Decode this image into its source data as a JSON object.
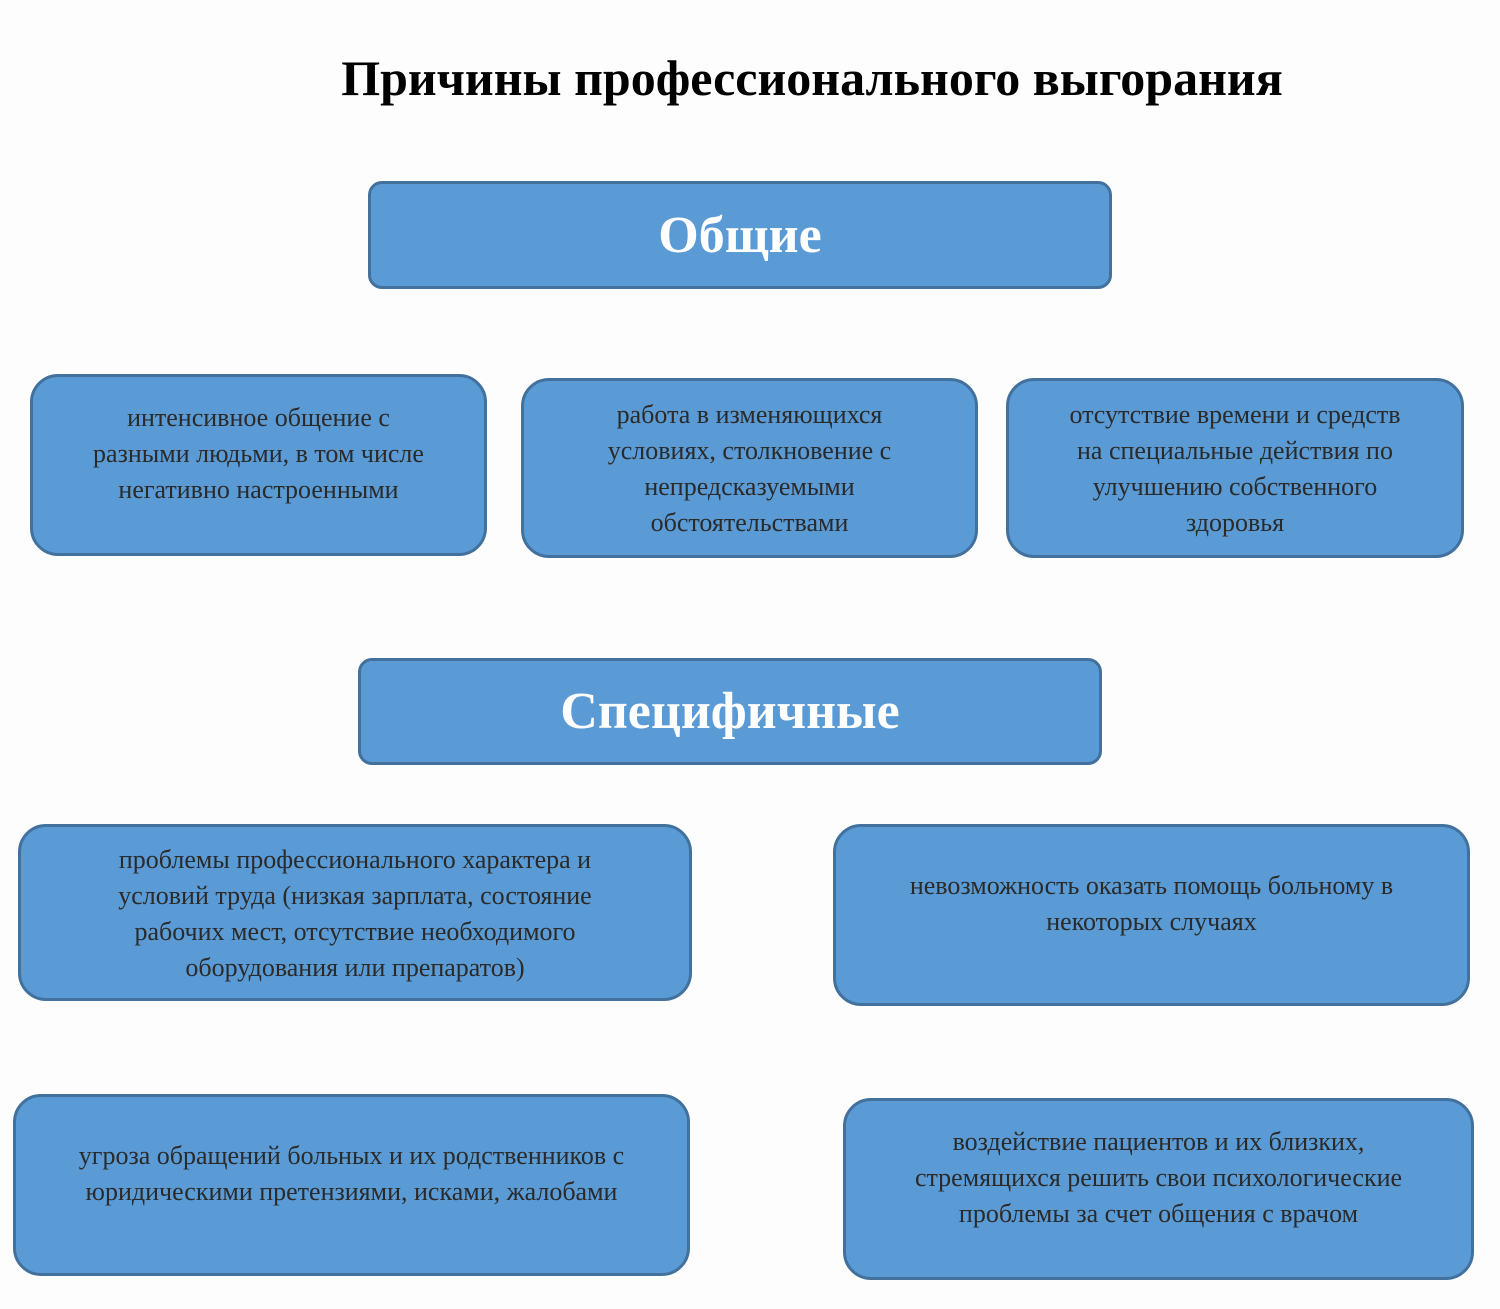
{
  "title": "Причины профессионального выгорания",
  "general": {
    "header": "Общие",
    "items": [
      {
        "lines": [
          "интенсивное общение с",
          "разными людьми, в том числе",
          "негативно настроенными"
        ]
      },
      {
        "lines": [
          "работа в изменяющихся",
          "условиях, столкновение с",
          "непредсказуемыми",
          "обстоятельствами"
        ]
      },
      {
        "lines": [
          "отсутствие времени и средств",
          "на специальные действия по",
          "улучшению собственного",
          "здоровья"
        ]
      }
    ]
  },
  "specific": {
    "header": "Специфичные",
    "items": [
      {
        "lines": [
          "проблемы профессионального характера и",
          "условий труда (низкая зарплата, состояние",
          "рабочих мест, отсутствие необходимого",
          "оборудования или препаратов)"
        ]
      },
      {
        "lines": [
          "невозможность оказать помощь больному в",
          "некоторых случаях"
        ]
      },
      {
        "lines": [
          "угроза обращений больных и их родственников с",
          "юридическими претензиями, исками, жалобами"
        ]
      },
      {
        "lines": [
          "воздействие пациентов и их близких,",
          "стремящихся решить свои психологические",
          "проблемы за счет общения с врачом"
        ]
      }
    ]
  },
  "colors": {
    "fill": "#5b9bd5",
    "border": "#41719c"
  }
}
